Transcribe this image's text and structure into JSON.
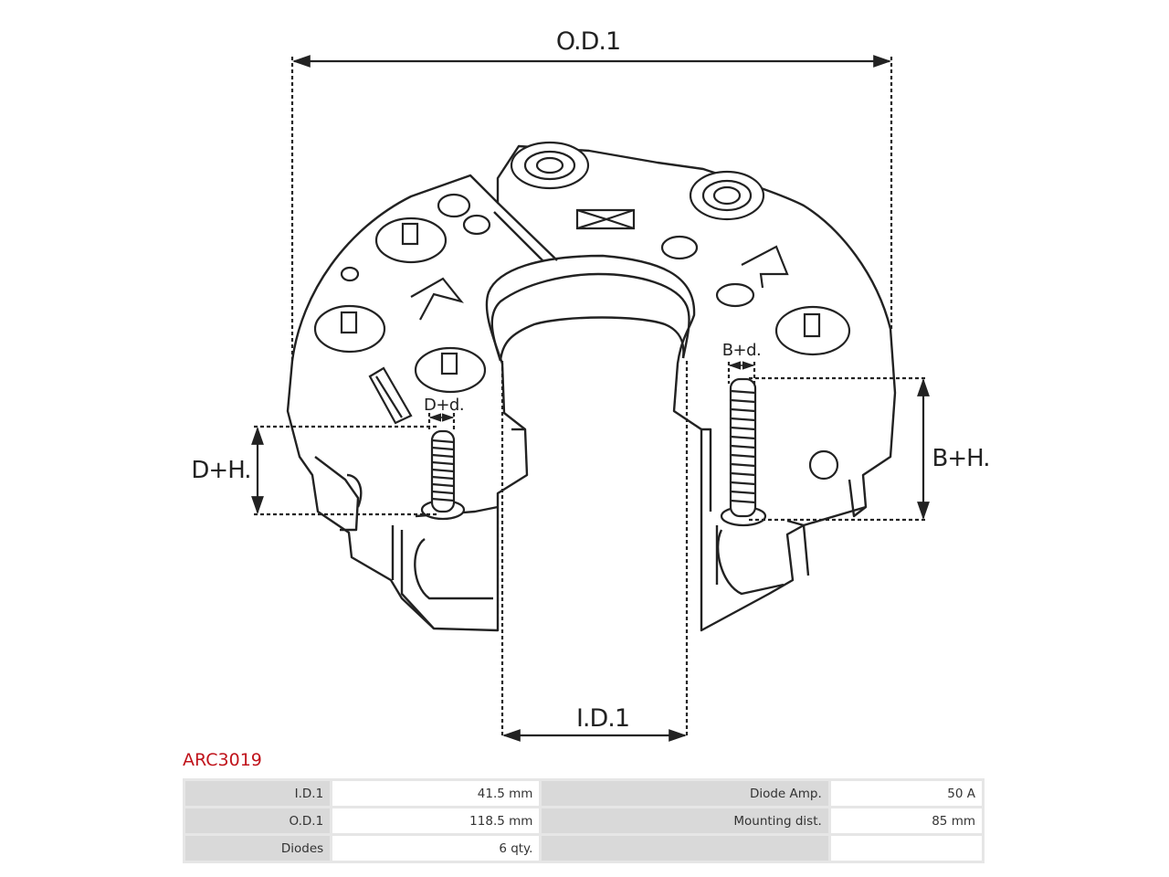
{
  "diagram": {
    "labels": {
      "od": "O.D.1",
      "id": "I.D.1",
      "dh": "D+H.",
      "dd": "D+d.",
      "bh": "B+H.",
      "bd": "B+d."
    }
  },
  "part_number": "ARC3019",
  "specs": {
    "rows": [
      {
        "label1": "I.D.1",
        "value1": "41.5 mm",
        "label2": "Diode Amp.",
        "value2": "50 A"
      },
      {
        "label1": "O.D.1",
        "value1": "118.5 mm",
        "label2": "Mounting dist.",
        "value2": "85 mm"
      },
      {
        "label1": "Diodes",
        "value1": "6 qty.",
        "label2": "",
        "value2": ""
      }
    ]
  }
}
